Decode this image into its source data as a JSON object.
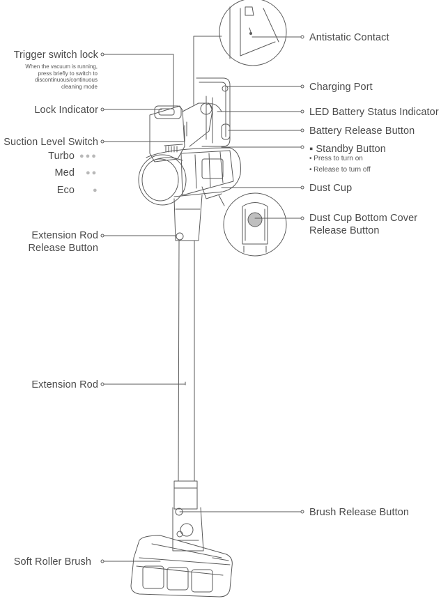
{
  "labels": {
    "trigger_lock": "Trigger switch lock",
    "trigger_lock_note_1": "When the vacuum is running,",
    "trigger_lock_note_2": "press briefly to switch to",
    "trigger_lock_note_3": "discontinuous/continuous",
    "trigger_lock_note_4": "cleaning mode",
    "lock_indicator": "Lock Indicator",
    "suction_level_switch": "Suction Level Switch",
    "turbo": "Turbo",
    "med": "Med",
    "eco": "Eco",
    "extension_rod_release_1": "Extension Rod",
    "extension_rod_release_2": "Release Button",
    "extension_rod": "Extension Rod",
    "soft_roller_brush": "Soft Roller Brush",
    "antistatic_contact": "Antistatic Contact",
    "charging_port": "Charging Port",
    "led_battery_status": "LED Battery Status Indicator",
    "battery_release": "Battery Release Button",
    "standby_button": "Standby Button",
    "standby_press": "Press to turn on",
    "standby_release": "Release to turn off",
    "dust_cup": "Dust Cup",
    "dust_cup_bottom_1": "Dust Cup Bottom Cover",
    "dust_cup_bottom_2": "Release Button",
    "brush_release": "Brush Release Button"
  },
  "suction_dots": {
    "turbo": "●●●",
    "med": "●●",
    "eco": "●"
  },
  "colors": {
    "line": "#5a5a5a",
    "text": "#4a4a4a",
    "dot": "#b8b8b8"
  }
}
